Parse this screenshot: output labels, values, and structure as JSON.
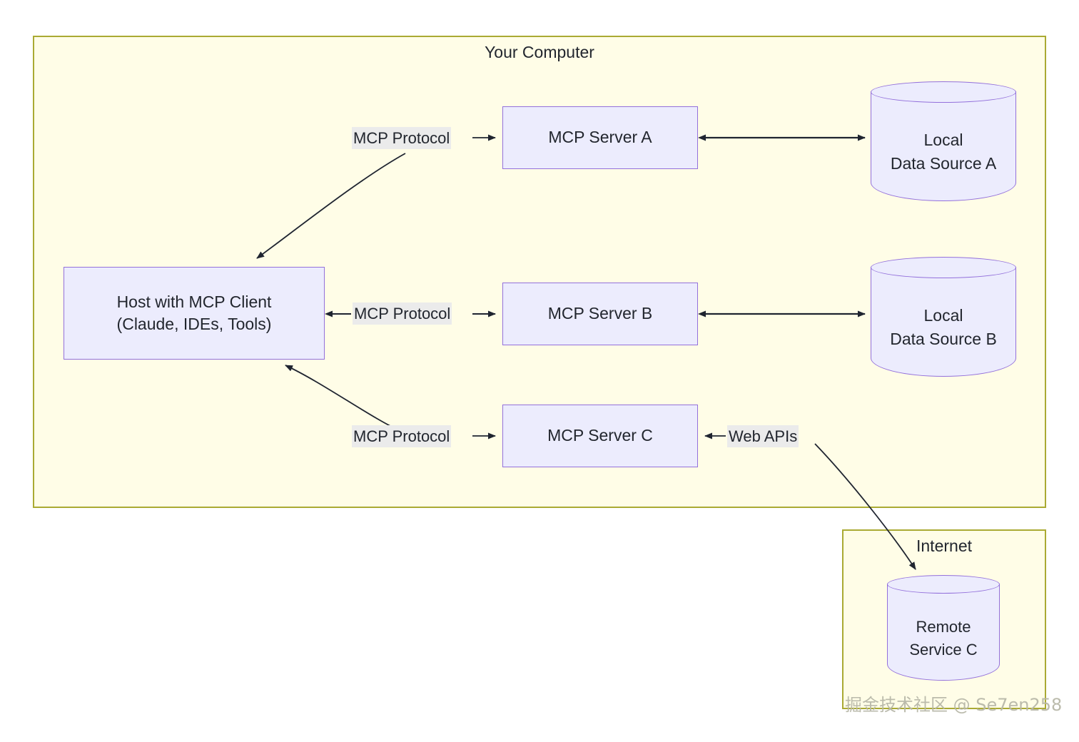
{
  "diagram": {
    "containers": {
      "computer": {
        "title": "Your Computer"
      },
      "internet": {
        "title": "Internet"
      }
    },
    "nodes": {
      "host": {
        "line1": "Host with MCP Client",
        "line2": "(Claude, IDEs, Tools)"
      },
      "server_a": {
        "label": "MCP Server A"
      },
      "server_b": {
        "label": "MCP Server B"
      },
      "server_c": {
        "label": "MCP Server C"
      },
      "data_source_a": {
        "line1": "Local",
        "line2": "Data Source A"
      },
      "data_source_b": {
        "line1": "Local",
        "line2": "Data Source B"
      },
      "remote_service_c": {
        "line1": "Remote",
        "line2": "Service C"
      }
    },
    "edge_labels": {
      "protocol_a": "MCP Protocol",
      "protocol_b": "MCP Protocol",
      "protocol_c": "MCP Protocol",
      "web_apis": "Web APIs"
    },
    "watermark": "掘金技术社区 @ Se7en258",
    "colors": {
      "container_fill": "#fffde7",
      "container_border": "#aaaa33",
      "node_fill": "#ececfd",
      "node_border": "#9370db",
      "edge_stroke": "#1f2430",
      "edge_label_bg": "#ebebeb",
      "text": "#22262e"
    }
  }
}
